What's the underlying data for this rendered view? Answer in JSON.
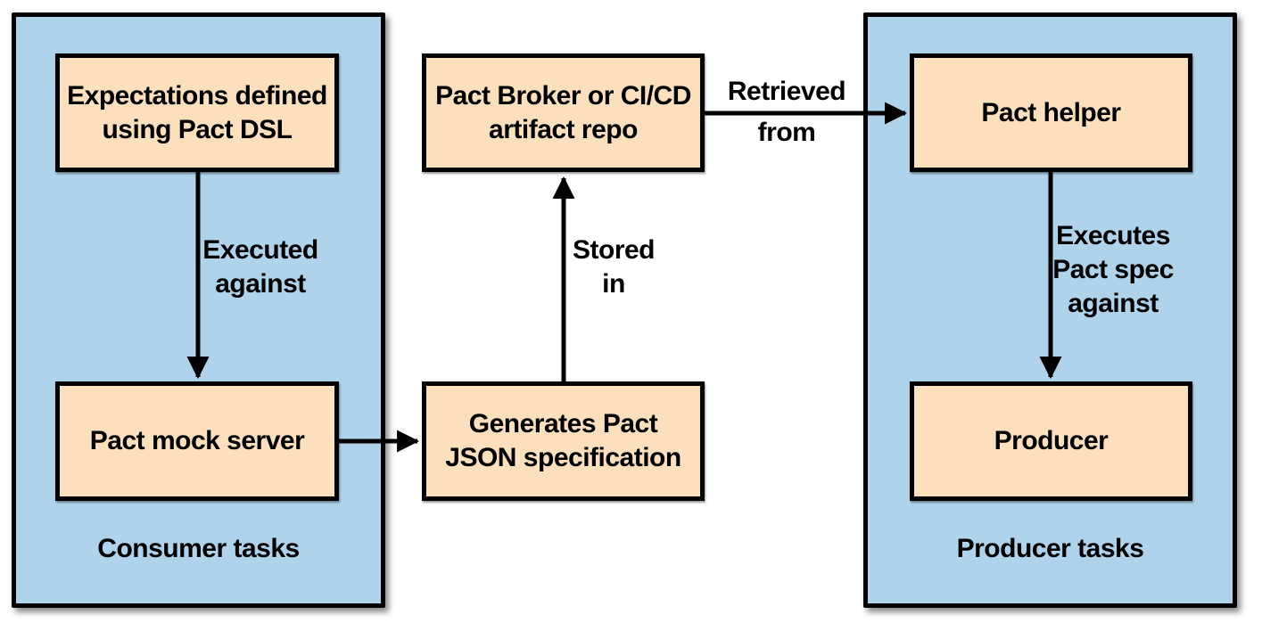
{
  "colors": {
    "canvas_bg": "#ffffff",
    "panel_fill": "#aed3ea",
    "node_fill": "#fcdfbc",
    "line_color": "#000000"
  },
  "panels": {
    "consumer": {
      "label": "Consumer tasks"
    },
    "producer": {
      "label": "Producer tasks"
    }
  },
  "nodes": {
    "expectations": {
      "label": "Expectations defined\nusing Pact DSL"
    },
    "mock_server": {
      "label": "Pact mock server"
    },
    "broker": {
      "label": "Pact Broker or CI/CD\nartifact repo"
    },
    "generates": {
      "label": "Generates Pact\nJSON specification"
    },
    "helper": {
      "label": "Pact helper"
    },
    "producer": {
      "label": "Producer"
    }
  },
  "edges": {
    "executed_against": {
      "from": "expectations",
      "to": "mock_server",
      "label": "Executed\nagainst"
    },
    "generates_spec": {
      "from": "mock_server",
      "to": "generates",
      "label": ""
    },
    "stored_in": {
      "from": "generates",
      "to": "broker",
      "label": "Stored\nin"
    },
    "retrieved_from": {
      "from": "broker",
      "to": "helper",
      "label": "Retrieved\nfrom"
    },
    "executes_against": {
      "from": "helper",
      "to": "producer",
      "label": "Executes\nPact spec\nagainst"
    }
  }
}
